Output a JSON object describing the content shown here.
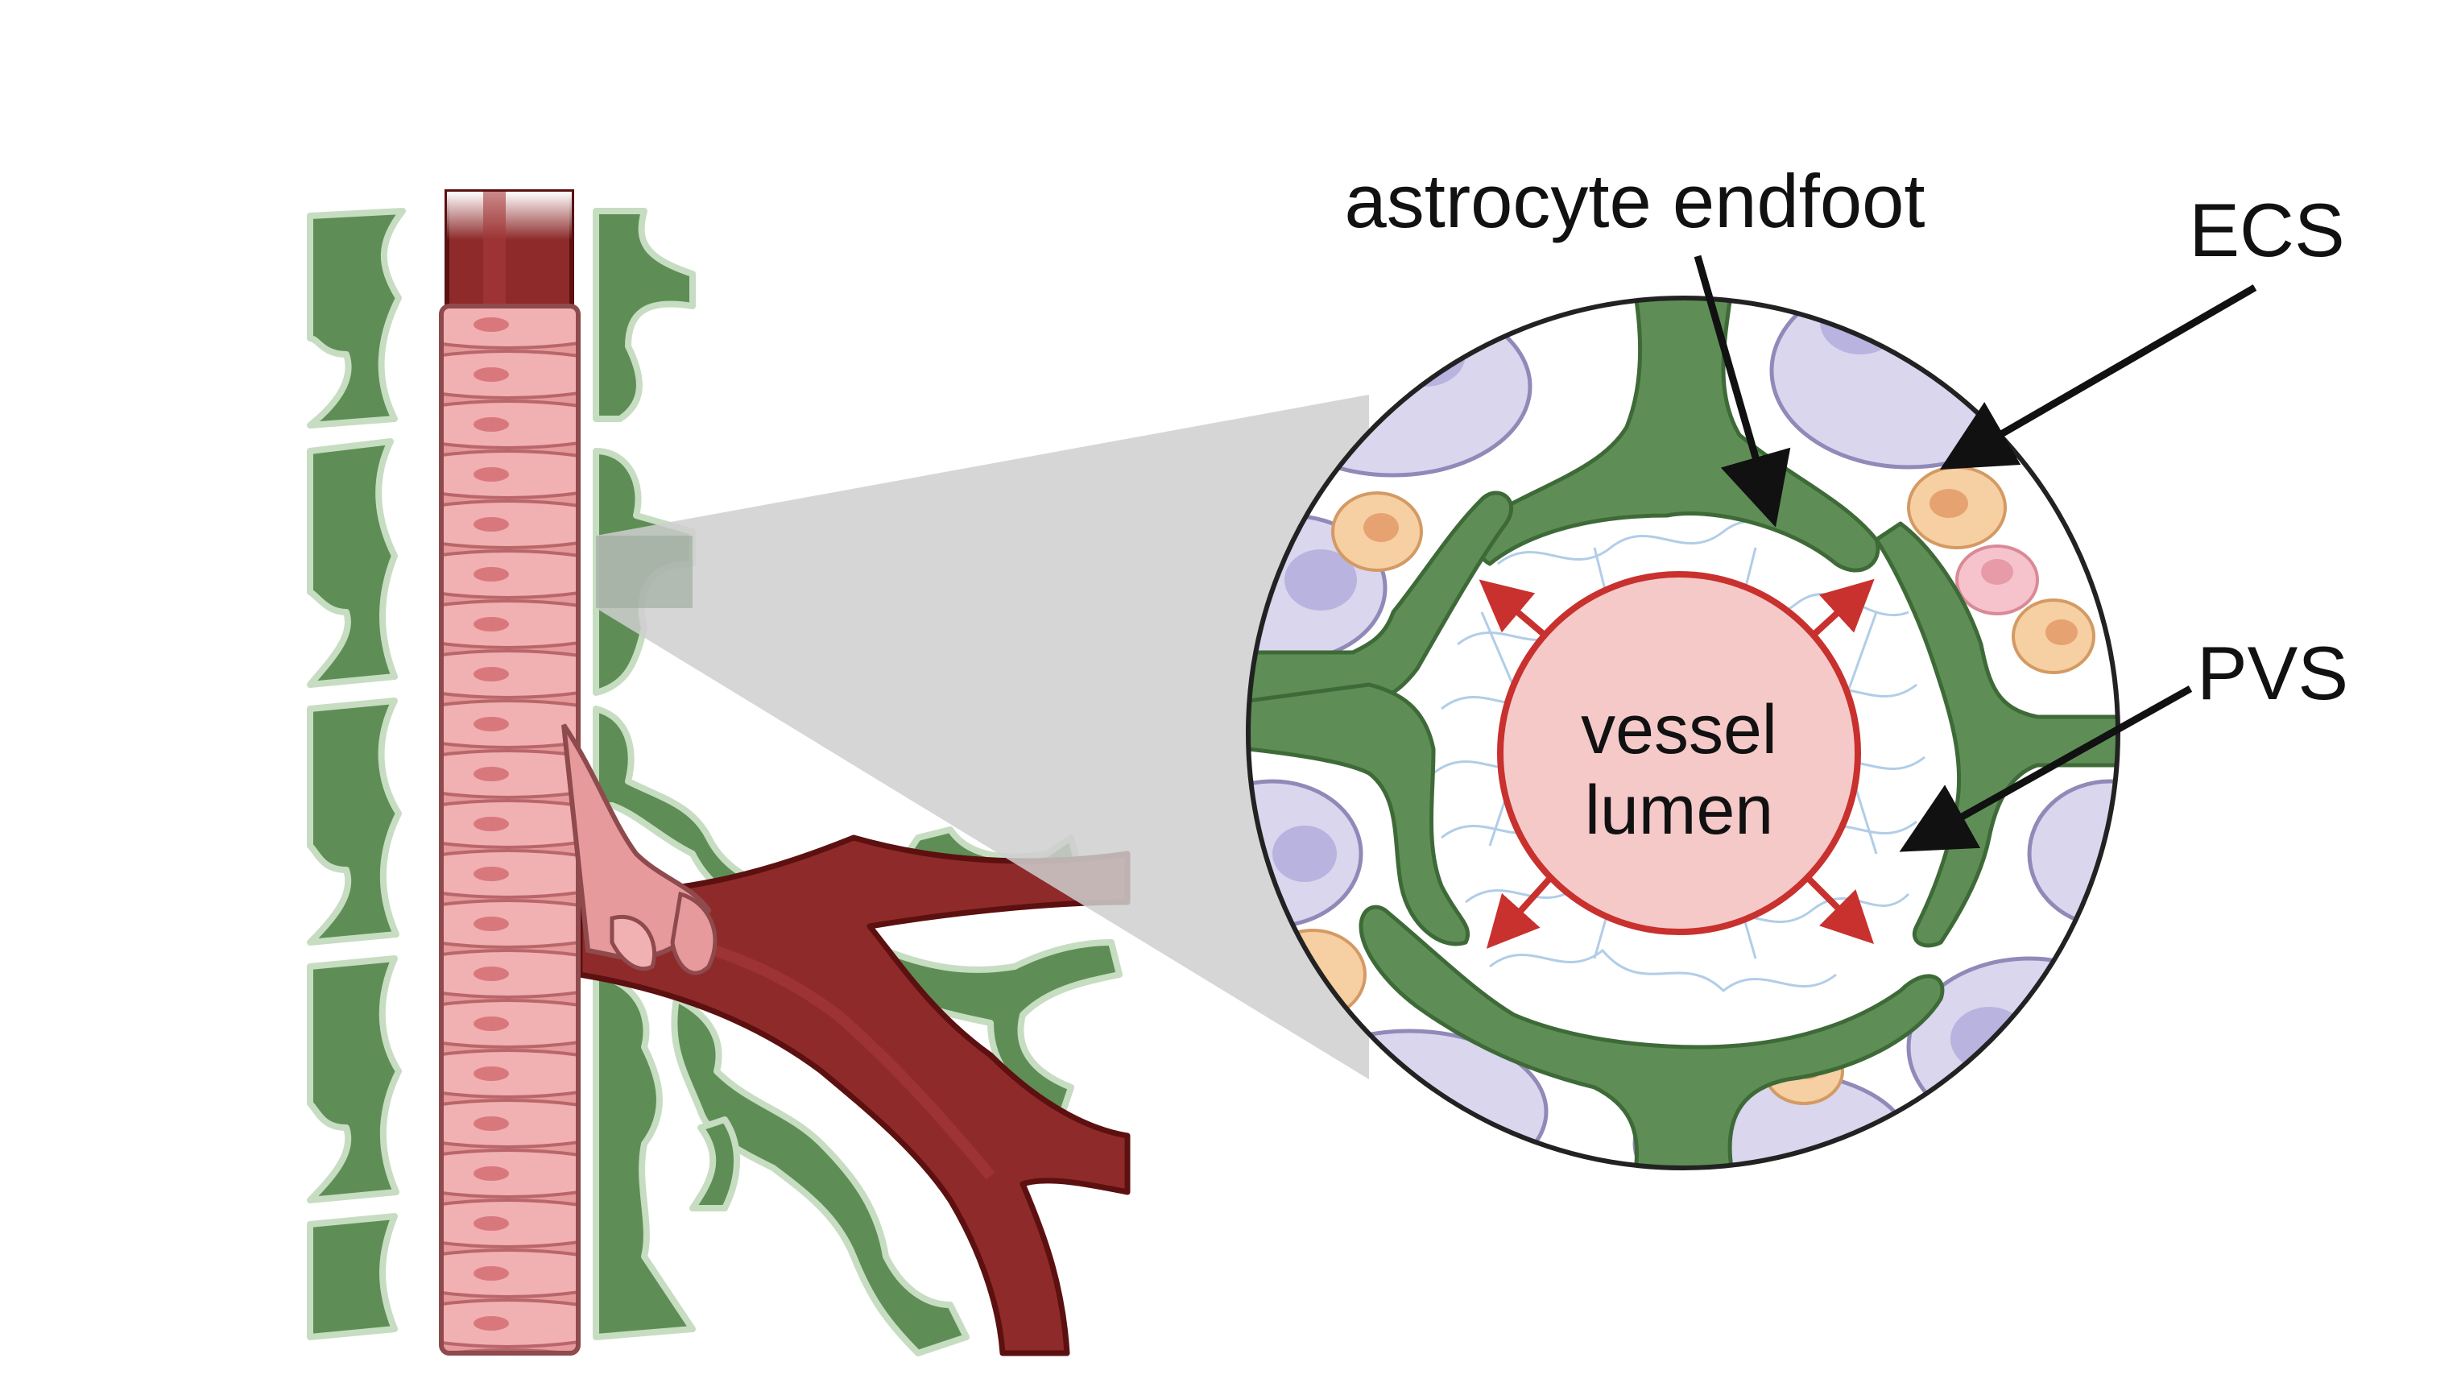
{
  "labels": {
    "astrocyte_endfoot": "astrocyte endfoot",
    "ecs": "ECS",
    "pvs": "PVS",
    "vessel_line1": "vessel",
    "vessel_line2": "lumen"
  },
  "colors": {
    "astrocyte_green": "#5e8e56",
    "astrocyte_edge": "#c6ddc1",
    "vessel_dark_red": "#8e2a2a",
    "vessel_outline": "#5c1010",
    "smooth_muscle_pink": "#e8979a",
    "lumen_fill": "#f6c9c9",
    "lumen_ring": "#c8312e",
    "flow_arrow": "#c8312e",
    "neuron_lavender": "#d9d6ee",
    "neuron_nucleus": "#b9b3df",
    "cell_orange": "#f6cfa2",
    "cell_pink": "#f6c3cc",
    "matrix_blue": "#a9c8e6",
    "zoom_cone_gray": "#cfcfcf",
    "arrow_black": "#111111"
  }
}
